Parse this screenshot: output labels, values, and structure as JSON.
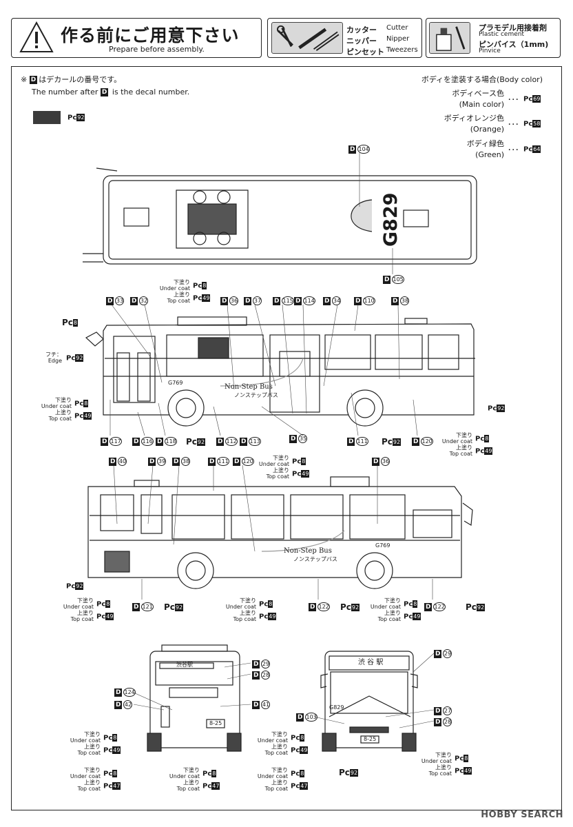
{
  "header": {
    "warning_title": "作る前にご用意下さい",
    "warning_subtitle": "Prepare before assembly.",
    "tools": [
      {
        "ja": "カッター",
        "en": "Cutter"
      },
      {
        "ja": "ニッパー",
        "en": "Nipper"
      },
      {
        "ja": "ピンセット",
        "en": "Tweezers"
      }
    ],
    "glue": {
      "ja1": "プラモデル用接着剤",
      "en1": "Plastic cement",
      "ja2": "ピンバイス（1mm)",
      "en2": "Pinvice"
    }
  },
  "notes": {
    "decal_note_ja": "はデカールの番号です。",
    "decal_note_en": "The number after",
    "decal_note_en_tail": "is the decal number.",
    "decal_symbol": "D",
    "note_mark": "※",
    "swatch_paint": "92"
  },
  "body_color": {
    "title": "ボディを塗装する場合(Body color)",
    "items": [
      {
        "ja": "ボディベース色",
        "en": "(Main color)",
        "paint": "69"
      },
      {
        "ja": "ボディオレンジ色",
        "en": "(Orange)",
        "paint": "58"
      },
      {
        "ja": "ボディ緑色",
        "en": "(Green)",
        "paint": "64"
      }
    ],
    "dots": "･･･"
  },
  "paint_prefix": "Pc",
  "coat": {
    "under_ja": "下塗り",
    "under_en": "Under coat",
    "top_ja": "上塗り",
    "top_en": "Top coat",
    "edge_ja": "フチ：",
    "edge_en": "Edge"
  },
  "bus_text": {
    "roof_number": "G829",
    "side_logo": "Non-Step Bus",
    "side_logo_ja": "ノンステップバス",
    "fleet_no": "G769",
    "dest_back": "渋谷駅",
    "dest_front": "渋 谷 駅",
    "front_code": "G829",
    "plate": "8-25"
  },
  "decals": {
    "roof": [
      "104",
      "105"
    ],
    "view2_top": [
      "33",
      "32",
      "36",
      "37",
      "115",
      "114",
      "34",
      "110",
      "38"
    ],
    "view2_bottom": [
      "117",
      "116",
      "118",
      "112",
      "113",
      "35",
      "111",
      "120"
    ],
    "view3_top": [
      "40",
      "39",
      "38",
      "111",
      "120",
      "36"
    ],
    "view3_bottom": [
      "121",
      "122",
      "122"
    ],
    "rear": [
      "29",
      "28",
      "124",
      "42",
      "41"
    ],
    "front": [
      "29",
      "27",
      "28",
      "103"
    ]
  },
  "paints": {
    "under": "8",
    "top": "49",
    "top_alt": "47",
    "edge": "92",
    "body": "92"
  },
  "watermark": "HOBBY SEARCH"
}
